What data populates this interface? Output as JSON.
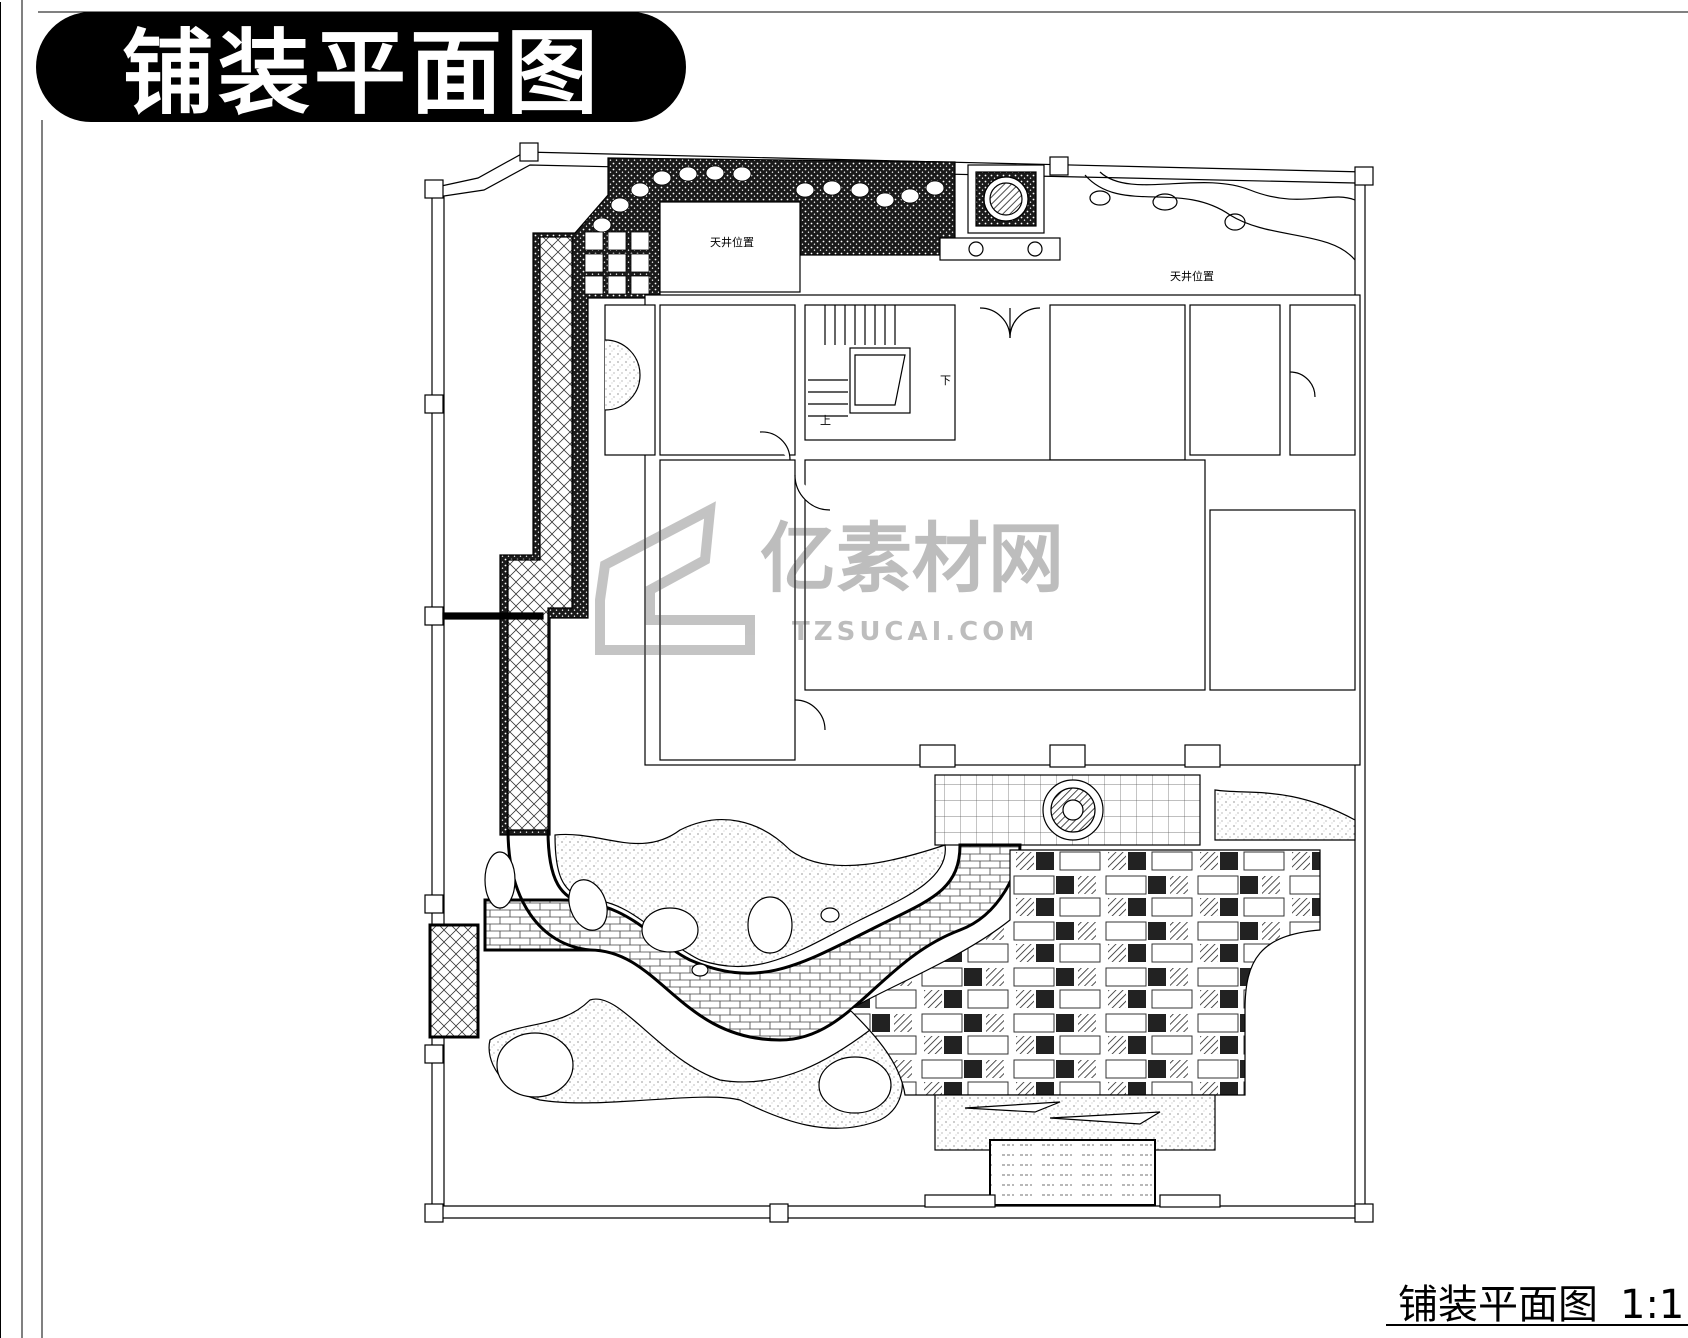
{
  "banner": {
    "title": "铺装平面图"
  },
  "labels": {
    "skylight_left": "天井位置",
    "skylight_right": "天井位置",
    "stair_down": "下",
    "stair_up": "上"
  },
  "watermark": {
    "brand": "亿素材网",
    "url": "TZSUCAI.COM"
  },
  "footer": {
    "title": "铺装平面图",
    "scale": "1:1"
  }
}
